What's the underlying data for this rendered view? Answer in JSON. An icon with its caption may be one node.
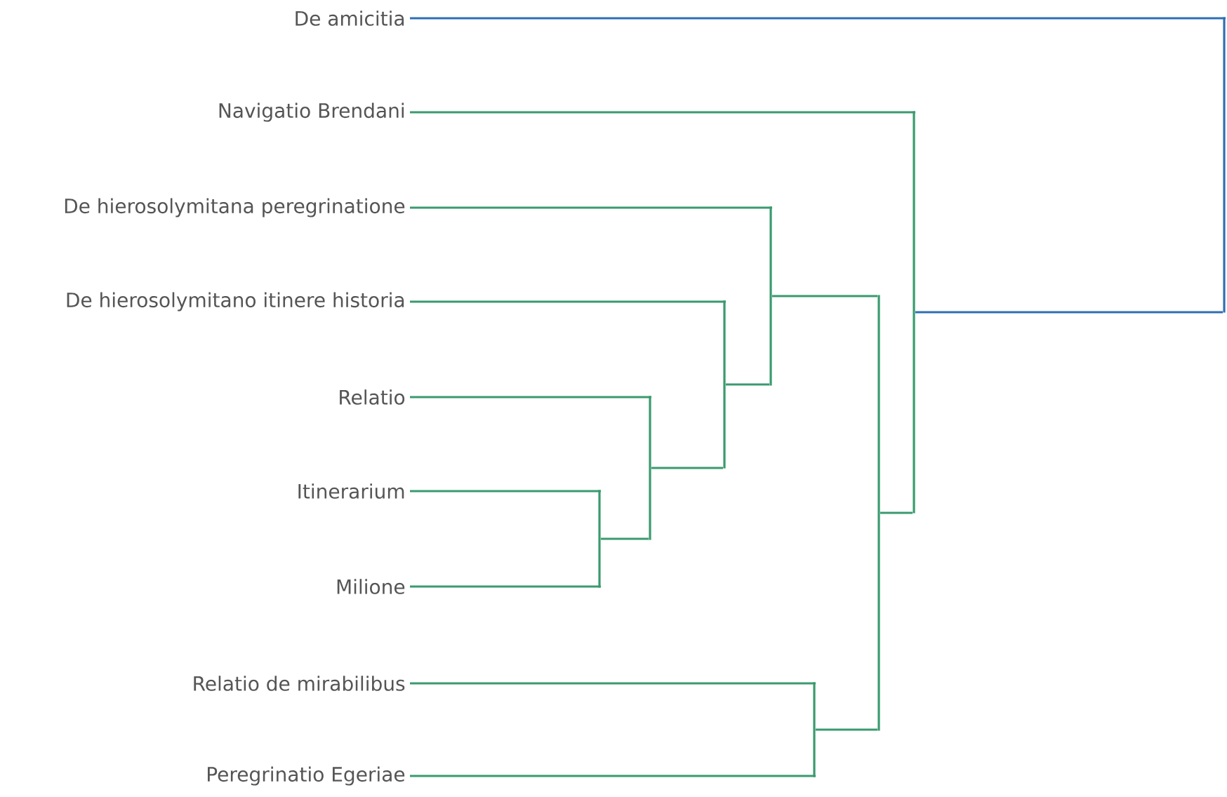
{
  "diagram": {
    "nodes": [
      {
        "text": [
          "De amicitia"
        ]
      },
      {
        "text": [
          "Navigatio Brendani"
        ]
      },
      {
        "text": [
          "De hierosolymitana peregrinatione"
        ]
      },
      {
        "text": [
          "De hierosolymitano itinere historia"
        ]
      },
      {
        "text": [
          "Relatio"
        ]
      },
      {
        "text": [
          "Itinerarium"
        ]
      },
      {
        "text": [
          "Milione"
        ]
      },
      {
        "text": [
          "Relatio de mirabilibus"
        ]
      },
      {
        "text": [
          "Peregrinatio Egeriae"
        ]
      },
      {
        "text": [],
        "shape": "bar"
      },
      {
        "text": [],
        "shape": "bar"
      },
      {
        "text": [],
        "shape": "bar"
      },
      {
        "text": [],
        "shape": "bar"
      },
      {
        "text": [],
        "shape": "bar"
      },
      {
        "text": [],
        "shape": "bar"
      },
      {
        "text": [],
        "shape": "bar"
      },
      {
        "text": [],
        "shape": "bar"
      }
    ],
    "edges": [
      {
        "from": 5,
        "to": 9,
        "arrow": "none"
      },
      {
        "from": 6,
        "to": 9,
        "arrow": "none"
      },
      {
        "from": 4,
        "to": 10,
        "arrow": "none"
      },
      {
        "from": 9,
        "to": 10,
        "arrow": "none"
      },
      {
        "from": 3,
        "to": 11,
        "arrow": "none"
      },
      {
        "from": 10,
        "to": 11,
        "arrow": "none"
      },
      {
        "from": 2,
        "to": 12,
        "arrow": "none"
      },
      {
        "from": 11,
        "to": 12,
        "arrow": "none"
      },
      {
        "from": 7,
        "to": 13,
        "arrow": "none"
      },
      {
        "from": 8,
        "to": 13,
        "arrow": "none"
      },
      {
        "from": 12,
        "to": 14,
        "arrow": "none"
      },
      {
        "from": 13,
        "to": 14,
        "arrow": "none"
      },
      {
        "from": 1,
        "to": 15,
        "arrow": "none"
      },
      {
        "from": 14,
        "to": 15,
        "arrow": "none"
      },
      {
        "from": 0,
        "to": 16,
        "arrow": "none",
        "color": "#2e6fb5"
      },
      {
        "from": 15,
        "to": 16,
        "arrow": "none",
        "color": "#2e6fb5"
      }
    ]
  }
}
